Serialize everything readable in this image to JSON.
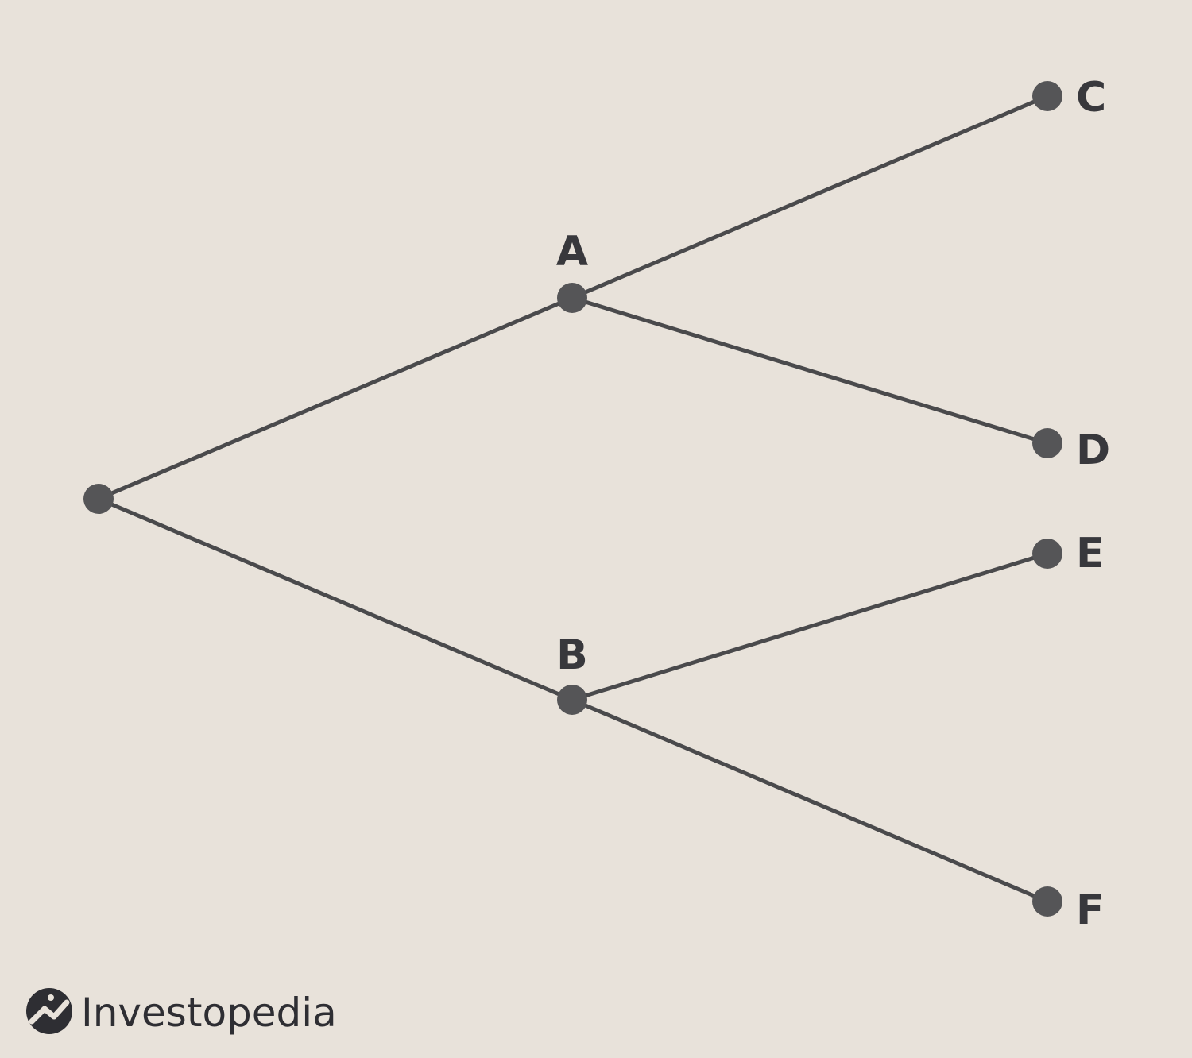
{
  "diagram": {
    "type": "binomial-tree",
    "nodes": [
      {
        "id": "root",
        "label": ""
      },
      {
        "id": "A",
        "label": "A"
      },
      {
        "id": "B",
        "label": "B"
      },
      {
        "id": "C",
        "label": "C"
      },
      {
        "id": "D",
        "label": "D"
      },
      {
        "id": "E",
        "label": "E"
      },
      {
        "id": "F",
        "label": "F"
      }
    ],
    "edges": [
      {
        "from": "root",
        "to": "A"
      },
      {
        "from": "root",
        "to": "B"
      },
      {
        "from": "A",
        "to": "C"
      },
      {
        "from": "A",
        "to": "D"
      },
      {
        "from": "B",
        "to": "E"
      },
      {
        "from": "B",
        "to": "F"
      }
    ]
  },
  "brand": {
    "name": "Investopedia",
    "icon": "investopedia-logo-icon"
  },
  "colors": {
    "background": "#e8e2da",
    "line": "#4a4a4c",
    "node": "#555557",
    "text": "#38383c"
  }
}
